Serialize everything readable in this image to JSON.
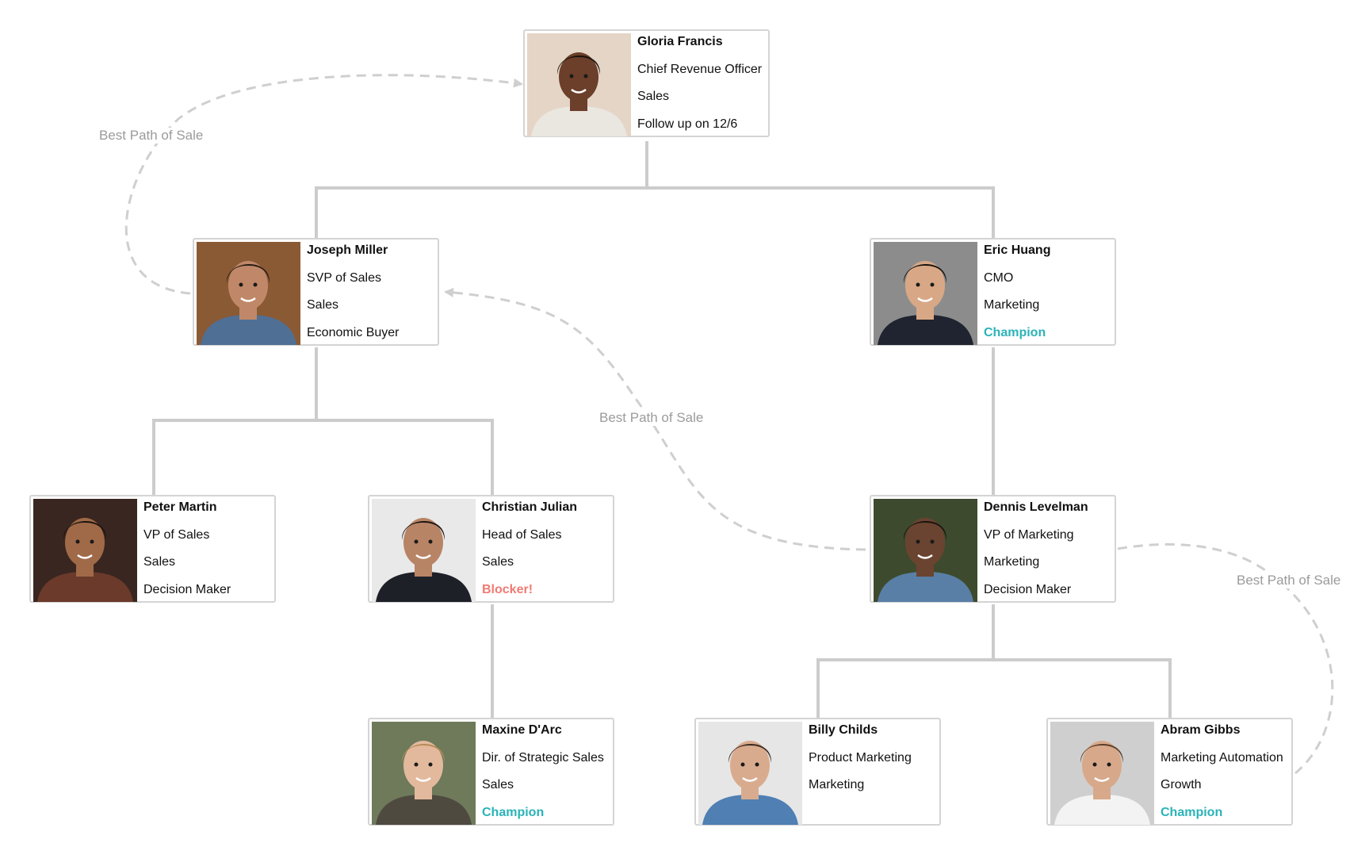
{
  "people": {
    "gloria": {
      "name": "Gloria Francis",
      "title": "Chief Revenue Officer",
      "dept": "Sales",
      "note": "Follow up on 12/6",
      "note_type": "normal"
    },
    "joseph": {
      "name": "Joseph Miller",
      "title": "SVP of Sales",
      "dept": "Sales",
      "note": "Economic Buyer",
      "note_type": "normal"
    },
    "eric": {
      "name": "Eric Huang",
      "title": "CMO",
      "dept": "Marketing",
      "note": "Champion",
      "note_type": "champion"
    },
    "peter": {
      "name": "Peter Martin",
      "title": "VP of Sales",
      "dept": "Sales",
      "note": "Decision Maker",
      "note_type": "normal"
    },
    "christian": {
      "name": "Christian Julian",
      "title": "Head of Sales",
      "dept": "Sales",
      "note": "Blocker!",
      "note_type": "blocker"
    },
    "dennis": {
      "name": "Dennis Levelman",
      "title": "VP of Marketing",
      "dept": "Marketing",
      "note": "Decision Maker",
      "note_type": "normal"
    },
    "maxine": {
      "name": "Maxine D'Arc",
      "title": "Dir. of Strategic Sales",
      "dept": "Sales",
      "note": "Champion",
      "note_type": "champion"
    },
    "billy": {
      "name": "Billy Childs",
      "title": "Product Marketing",
      "dept": "Marketing",
      "note": "",
      "note_type": "normal"
    },
    "abram": {
      "name": "Abram Gibbs",
      "title": "Marketing Automation",
      "dept": "Growth",
      "note": "Champion",
      "note_type": "champion"
    }
  },
  "reporting": [
    {
      "from": "gloria",
      "to": "joseph"
    },
    {
      "from": "gloria",
      "to": "eric"
    },
    {
      "from": "joseph",
      "to": "peter"
    },
    {
      "from": "joseph",
      "to": "christian"
    },
    {
      "from": "christian",
      "to": "maxine"
    },
    {
      "from": "eric",
      "to": "dennis"
    },
    {
      "from": "dennis",
      "to": "billy"
    },
    {
      "from": "dennis",
      "to": "abram"
    }
  ],
  "path_labels": {
    "left": "Best Path of Sale",
    "center": "Best Path of Sale",
    "right": "Best Path of Sale"
  },
  "colors": {
    "champion": "#2ab3b8",
    "blocker": "#f07b74",
    "connector": "#cccccc",
    "dashed_path": "#cfcfcf"
  },
  "icons": {
    "photo": "person-photo-icon"
  }
}
